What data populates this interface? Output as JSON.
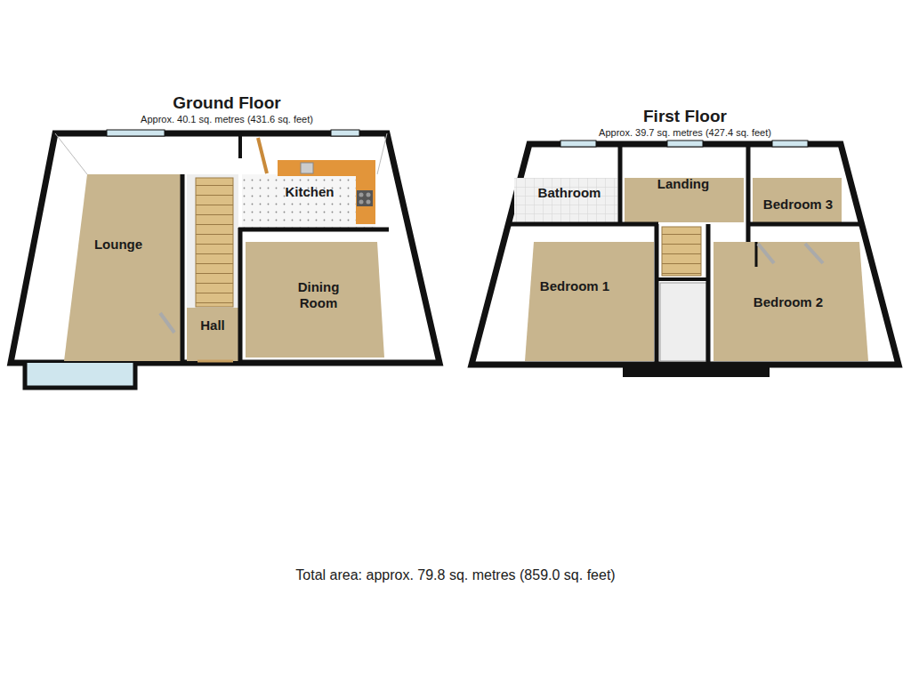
{
  "diagram": {
    "caption": "Total area: approx. 79.8 sq. metres (859.0 sq. feet)",
    "nodes": [
      {
        "text": [
          "Ground Floor",
          "Approx. 40.1 sq. metres (431.6 sq. feet)"
        ]
      },
      {
        "text": [
          "Kitchen"
        ],
        "in": 0
      },
      {
        "text": [
          "Lounge"
        ],
        "in": 0
      },
      {
        "text": [
          "Dining Room"
        ],
        "in": 0
      },
      {
        "text": [
          "Hall"
        ],
        "in": 0
      },
      {
        "text": [
          "First Floor",
          "Approx. 39.7 sq. metres (427.4 sq. feet)"
        ]
      },
      {
        "text": [
          "Bathroom"
        ],
        "in": 5
      },
      {
        "text": [
          "Landing"
        ],
        "in": 5
      },
      {
        "text": [
          "Bedroom 3"
        ],
        "in": 5
      },
      {
        "text": [
          "Bedroom 1"
        ],
        "in": 5
      },
      {
        "text": [
          "Bedroom 2"
        ],
        "in": 5
      }
    ]
  }
}
